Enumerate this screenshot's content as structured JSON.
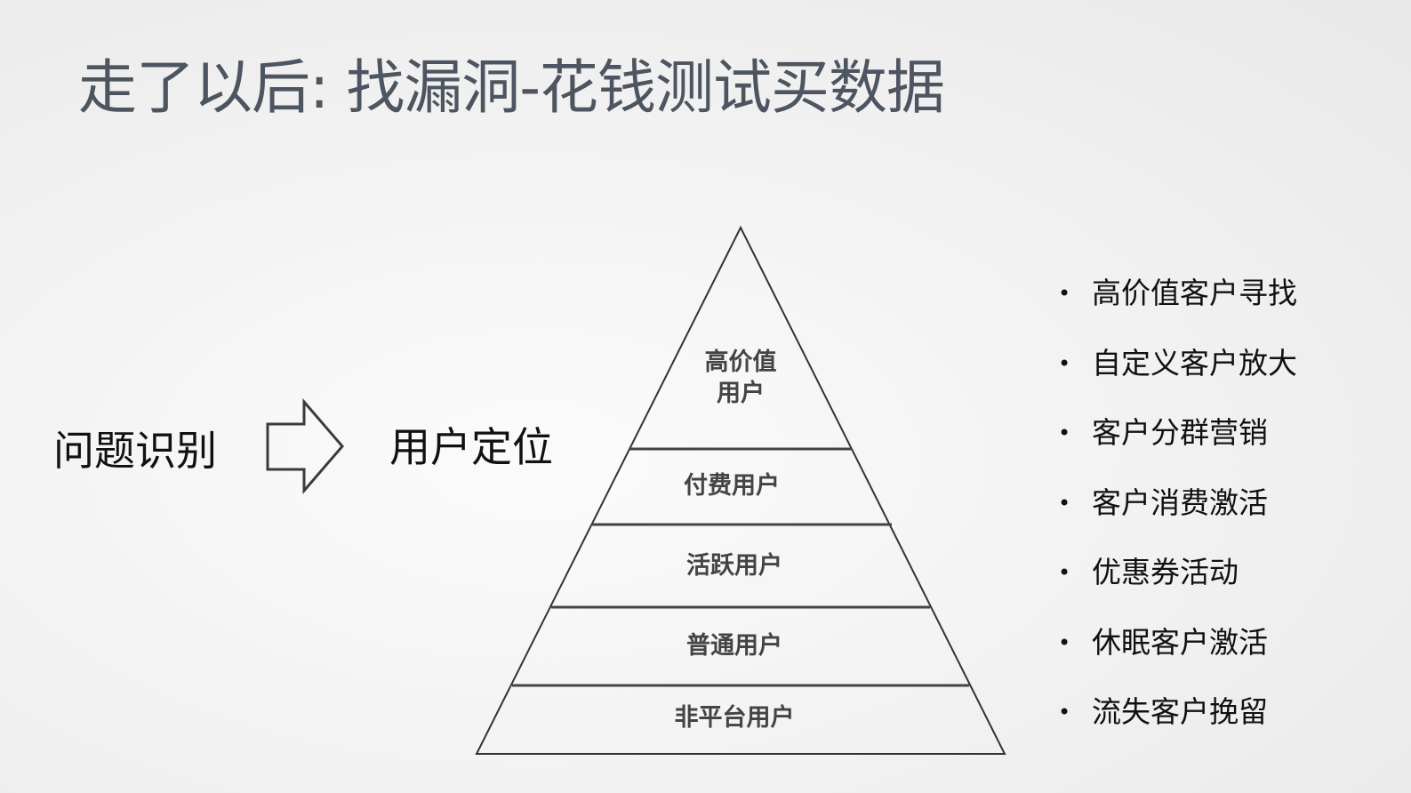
{
  "title": "走了以后: 找漏洞-花钱测试买数据",
  "flow": {
    "problem_label": "问题识别",
    "arrow_icon": "right-arrow-icon",
    "positioning_label": "用户定位"
  },
  "pyramid": {
    "tiers": [
      "高价值\n用户",
      "付费用户",
      "活跃用户",
      "普通用户",
      "非平台用户"
    ]
  },
  "strategies": {
    "bullet": "•",
    "items": [
      "高价值客户寻找",
      "自定义客户放大",
      "客户分群营销",
      "客户消费激活",
      "优惠券活动",
      "休眠客户激活",
      "流失客户挽留"
    ]
  }
}
